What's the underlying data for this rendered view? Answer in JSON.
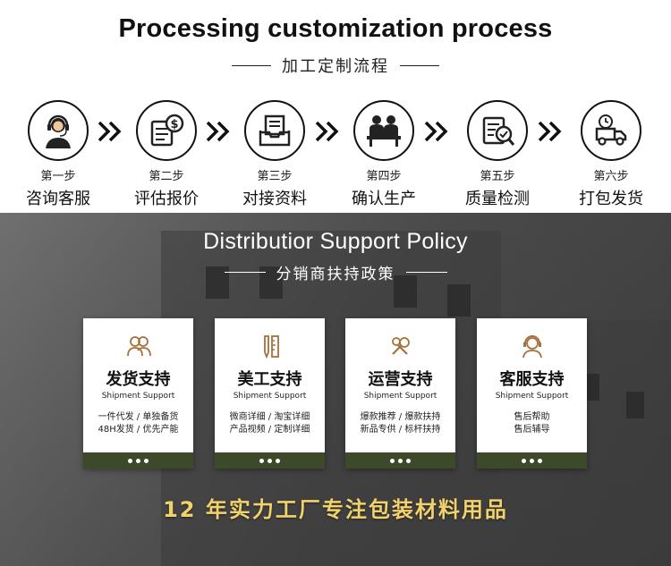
{
  "process": {
    "title": "Processing customization process",
    "subtitle": "加工定制流程",
    "steps": [
      {
        "num": "第一步",
        "name": "咨询客服",
        "icon": "customer-service-agent-icon"
      },
      {
        "num": "第二步",
        "name": "评估报价",
        "icon": "quote-invoice-icon"
      },
      {
        "num": "第三步",
        "name": "对接资料",
        "icon": "document-tray-icon"
      },
      {
        "num": "第四步",
        "name": "确认生产",
        "icon": "meeting-people-icon"
      },
      {
        "num": "第五步",
        "name": "质量检测",
        "icon": "quality-check-icon"
      },
      {
        "num": "第六步",
        "name": "打包发货",
        "icon": "delivery-truck-icon"
      }
    ]
  },
  "policy": {
    "title": "Distributior Support Policy",
    "subtitle": "分销商扶持政策",
    "cards": [
      {
        "title": "发货支持",
        "en": "Shipment Support",
        "line1": "一件代发 / 单独备货",
        "line2": "48H发货 / 优先产能",
        "icon": "people-icon"
      },
      {
        "title": "美工支持",
        "en": "Shipment Support",
        "line1": "微商详细 / 淘宝详细",
        "line2": "产品视频 / 定制详细",
        "icon": "pen-ruler-icon"
      },
      {
        "title": "运营支持",
        "en": "Shipment Support",
        "line1": "爆款推荐 / 爆款扶持",
        "line2": "新品专供 / 标杆扶持",
        "icon": "wrench-tools-icon"
      },
      {
        "title": "客服支持",
        "en": "Shipment Support",
        "line1": "售后帮助",
        "line2": "售后辅导",
        "icon": "headset-agent-icon"
      }
    ],
    "slogan": "12 年实力工厂专注包装材料用品"
  },
  "colors": {
    "card_footer": "#3c4a2a",
    "slogan": "#f2d36b",
    "icon_accent": "#a8703a"
  }
}
